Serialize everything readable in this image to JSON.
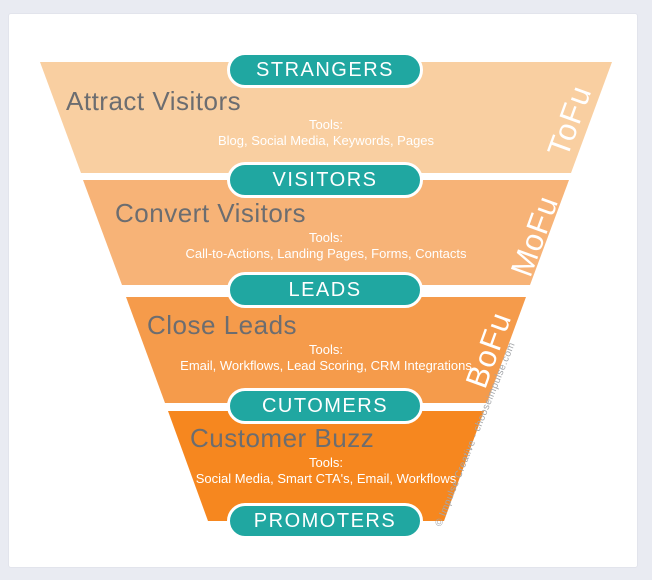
{
  "pills": [
    {
      "label": "STRANGERS"
    },
    {
      "label": "VISITORS"
    },
    {
      "label": "LEADS"
    },
    {
      "label": "CUTOMERS"
    },
    {
      "label": "PROMOTERS"
    }
  ],
  "segments": [
    {
      "title": "Attract Visitors",
      "tools_label": "Tools:",
      "tools": "Blog, Social Media, Keywords, Pages",
      "side_label": "ToFu",
      "color": "#f9cfa1"
    },
    {
      "title": "Convert Visitors",
      "tools_label": "Tools:",
      "tools": "Call-to-Actions, Landing Pages, Forms, Contacts",
      "side_label": "MoFu",
      "color": "#f7b377"
    },
    {
      "title": "Close Leads",
      "tools_label": "Tools:",
      "tools": "Email, Workflows, Lead Scoring, CRM Integrations",
      "side_label": "BoFu",
      "color": "#f59b4b"
    },
    {
      "title": "Customer Buzz",
      "tools_label": "Tools:",
      "tools": "Social Media, Smart CTA's, Email, Workflows",
      "side_label": "",
      "color": "#f6871f"
    }
  ],
  "watermark": "© Impulse Creative - chooseimpulse.com",
  "colors": {
    "pill": "#20a7a1",
    "title_text": "#6c6d70",
    "tools_text": "#ffffff",
    "background": "#e9ebf2",
    "card": "#ffffff"
  }
}
